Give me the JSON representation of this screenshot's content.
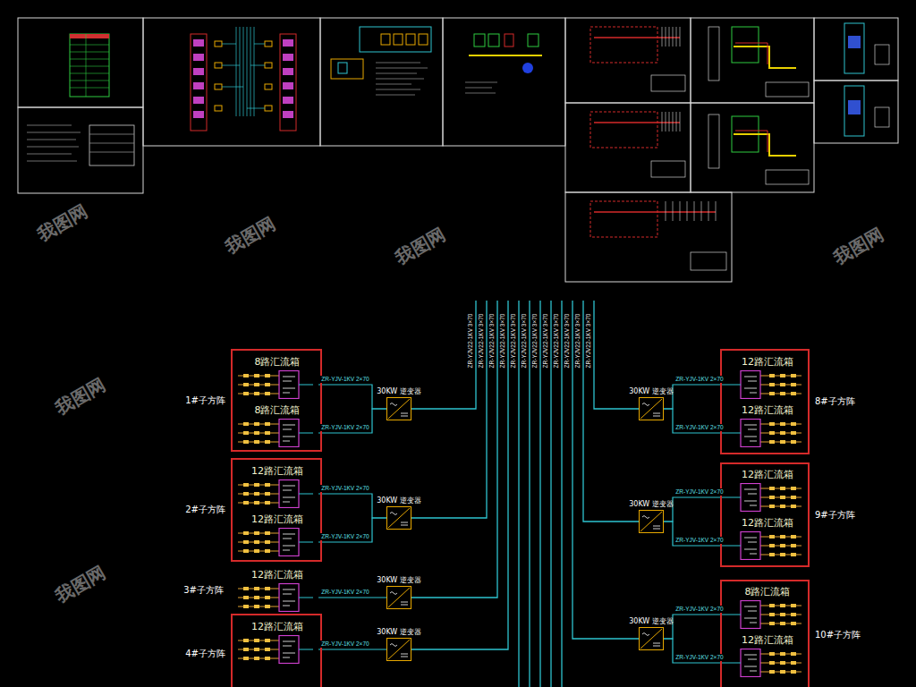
{
  "diagram": {
    "nodes": [
      {
        "text": [
          "1#子方阵"
        ]
      },
      {
        "text": [
          "8路汇流箱"
        ],
        "in": 0
      },
      {
        "text": [
          "8路汇流箱"
        ],
        "in": 0
      },
      {
        "text": [
          "2#子方阵"
        ]
      },
      {
        "text": [
          "12路汇流箱"
        ],
        "in": 3
      },
      {
        "text": [
          "12路汇流箱"
        ],
        "in": 3
      },
      {
        "text": [
          "12路汇流箱"
        ]
      },
      {
        "text": [
          "4#子方阵"
        ]
      },
      {
        "text": [
          "12路汇流箱"
        ],
        "in": 7
      },
      {
        "text": [
          "8#子方阵"
        ]
      },
      {
        "text": [
          "12路汇流箱"
        ],
        "in": 9
      },
      {
        "text": [
          "12路汇流箱"
        ],
        "in": 9
      },
      {
        "text": [
          "9#子方阵"
        ]
      },
      {
        "text": [
          "12路汇流箱"
        ],
        "in": 12
      },
      {
        "text": [
          "12路汇流箱"
        ],
        "in": 12
      },
      {
        "text": [
          "10#子方阵"
        ]
      },
      {
        "text": [
          "8路汇流箱"
        ],
        "in": 15
      },
      {
        "text": [
          "12路汇流箱"
        ],
        "in": 15
      },
      {
        "text": [
          "30KW 逆变器"
        ]
      },
      {
        "text": [
          "30KW 逆变器"
        ]
      },
      {
        "text": [
          "30KW 逆变器"
        ]
      },
      {
        "text": [
          "30KW 逆变器"
        ]
      },
      {
        "text": [
          "30KW 逆变器"
        ]
      },
      {
        "text": [
          "30KW 逆变器"
        ]
      },
      {
        "text": [
          "30KW 逆变器"
        ]
      }
    ],
    "edges": [
      {
        "from": 1,
        "to": 18,
        "arrow": "none",
        "label": "ZR-YJV-1KV 2×70"
      },
      {
        "from": 2,
        "to": 18,
        "arrow": "none",
        "label": "ZR-YJV-1KV 2×70"
      },
      {
        "from": 4,
        "to": 19,
        "arrow": "none",
        "label": "ZR-YJV-1KV 2×70"
      },
      {
        "from": 5,
        "to": 19,
        "arrow": "none",
        "label": "ZR-YJV-1KV 2×70"
      },
      {
        "from": 6,
        "to": 20,
        "arrow": "none",
        "label": "ZR-YJV-1KV 2×70"
      },
      {
        "from": 8,
        "to": 21,
        "arrow": "none",
        "label": "ZR-YJV-1KV 2×70"
      },
      {
        "from": 10,
        "to": 22,
        "arrow": "none",
        "label": "ZR-YJV-1KV 2×70"
      },
      {
        "from": 11,
        "to": 22,
        "arrow": "none",
        "label": "ZR-YJV-1KV 2×70"
      },
      {
        "from": 13,
        "to": 23,
        "arrow": "none",
        "label": "ZR-YJV-1KV 2×70"
      },
      {
        "from": 14,
        "to": 23,
        "arrow": "none",
        "label": "ZR-YJV-1KV 2×70"
      },
      {
        "from": 16,
        "to": 24,
        "arrow": "none",
        "label": "ZR-YJV-1KV 2×70"
      },
      {
        "from": 17,
        "to": 24,
        "arrow": "none",
        "label": "ZR-YJV-1KV 2×70"
      }
    ],
    "labels": [
      "3#子方阵",
      "ZR-YJV22-1KV 3×70",
      "ZR-YJV22-1KV 3×70",
      "ZR-YJV22-1KV 3×70",
      "ZR-YJV22-1KV 3×70",
      "ZR-YJV22-1KV 3×70",
      "ZR-YJV22-1KV 3×70",
      "ZR-YJV22-1KV 3×70",
      "ZR-YJV22-1KV 3×70",
      "ZR-YJV22-1KV 3×70",
      "ZR-YJV22-1KV 3×70",
      "ZR-YJV22-1KV 3×70",
      "ZR-YJV22-1KV 3×70",
      "我图网",
      "我图网",
      "我图网",
      "我图网",
      "我图网",
      "我图网"
    ]
  }
}
